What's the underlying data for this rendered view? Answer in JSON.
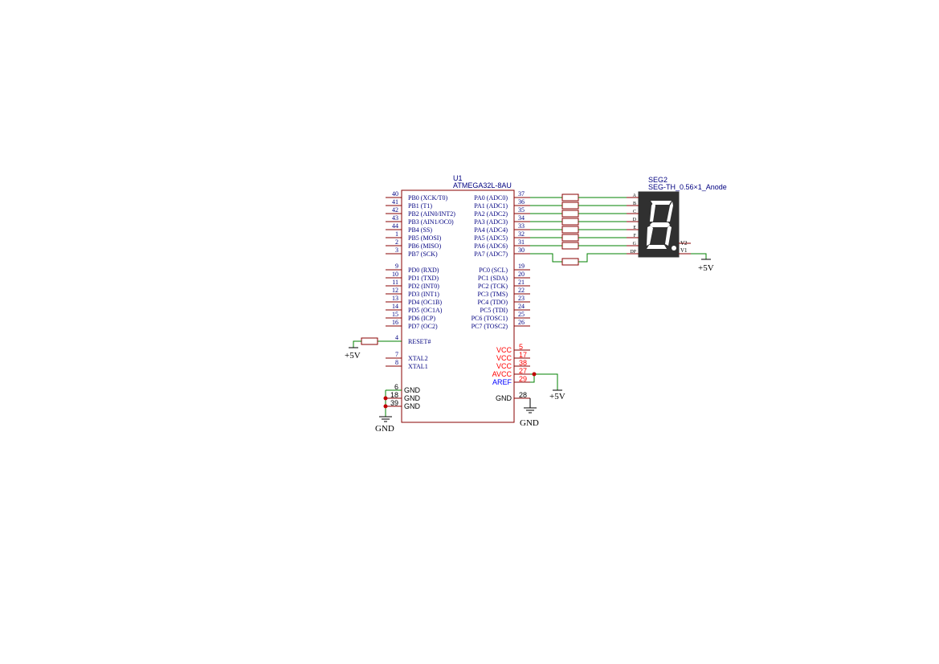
{
  "u1": {
    "ref": "U1",
    "part": "ATMEGA32L-8AU",
    "left_pins": [
      {
        "num": "40",
        "name": "PB0 (XCK/T0)"
      },
      {
        "num": "41",
        "name": "PB1 (T1)"
      },
      {
        "num": "42",
        "name": "PB2 (AIN0/INT2)"
      },
      {
        "num": "43",
        "name": "PB3 (AIN1/OC0)"
      },
      {
        "num": "44",
        "name": "PB4 (SS)"
      },
      {
        "num": "1",
        "name": "PB5 (MOSI)"
      },
      {
        "num": "2",
        "name": "PB6 (MISO)"
      },
      {
        "num": "3",
        "name": "PB7 (SCK)"
      },
      {
        "num": "9",
        "name": "PD0 (RXD)"
      },
      {
        "num": "10",
        "name": "PD1 (TXD)"
      },
      {
        "num": "11",
        "name": "PD2 (INT0)"
      },
      {
        "num": "12",
        "name": "PD3 (INT1)"
      },
      {
        "num": "13",
        "name": "PD4 (OC1B)"
      },
      {
        "num": "14",
        "name": "PD5 (OC1A)"
      },
      {
        "num": "15",
        "name": "PD6 (ICP)"
      },
      {
        "num": "16",
        "name": "PD7 (OC2)"
      },
      {
        "num": "4",
        "name": "RESET#"
      },
      {
        "num": "7",
        "name": "XTAL2"
      },
      {
        "num": "8",
        "name": "XTAL1"
      }
    ],
    "right_pins": [
      {
        "num": "37",
        "name": "PA0 (ADC0)"
      },
      {
        "num": "36",
        "name": "PA1 (ADC1)"
      },
      {
        "num": "35",
        "name": "PA2 (ADC2)"
      },
      {
        "num": "34",
        "name": "PA3 (ADC3)"
      },
      {
        "num": "33",
        "name": "PA4 (ADC4)"
      },
      {
        "num": "32",
        "name": "PA5 (ADC5)"
      },
      {
        "num": "31",
        "name": "PA6 (ADC6)"
      },
      {
        "num": "30",
        "name": "PA7 (ADC7)"
      },
      {
        "num": "19",
        "name": "PC0 (SCL)"
      },
      {
        "num": "20",
        "name": "PC1 (SDA)"
      },
      {
        "num": "21",
        "name": "PC2 (TCK)"
      },
      {
        "num": "22",
        "name": "PC3 (TMS)"
      },
      {
        "num": "23",
        "name": "PC4 (TDO)"
      },
      {
        "num": "24",
        "name": "PC5 (TDI)"
      },
      {
        "num": "25",
        "name": "PC6 (TOSC1)"
      },
      {
        "num": "26",
        "name": "PC7 (TOSC2)"
      }
    ],
    "power_pins": [
      {
        "num": "5",
        "name": "VCC"
      },
      {
        "num": "17",
        "name": "VCC"
      },
      {
        "num": "38",
        "name": "VCC"
      },
      {
        "num": "27",
        "name": "AVCC"
      },
      {
        "num": "29",
        "name": "AREF"
      }
    ],
    "gnd_left_pins": [
      {
        "num": "6",
        "name": "GND"
      },
      {
        "num": "18",
        "name": "GND"
      },
      {
        "num": "39",
        "name": "GND"
      }
    ],
    "gnd_right_pin": {
      "num": "28",
      "name": "GND"
    }
  },
  "seg2": {
    "ref": "SEG2",
    "part": "SEG-TH_0.56×1_Anode",
    "pins": [
      "A",
      "B",
      "C",
      "D",
      "E",
      "F",
      "G",
      "DP"
    ],
    "right_labels": [
      "V2",
      "V1"
    ]
  },
  "power": {
    "vcc_label": "+5V",
    "gnd_label": "GND"
  },
  "colors": {
    "wire": "#008000",
    "outline": "#880000",
    "pin_text": "#000080",
    "power_text": "#ff0000",
    "aref_text": "#0000ff",
    "junction": "#c00000",
    "led": "#ffffff",
    "led_body": "#303030"
  }
}
